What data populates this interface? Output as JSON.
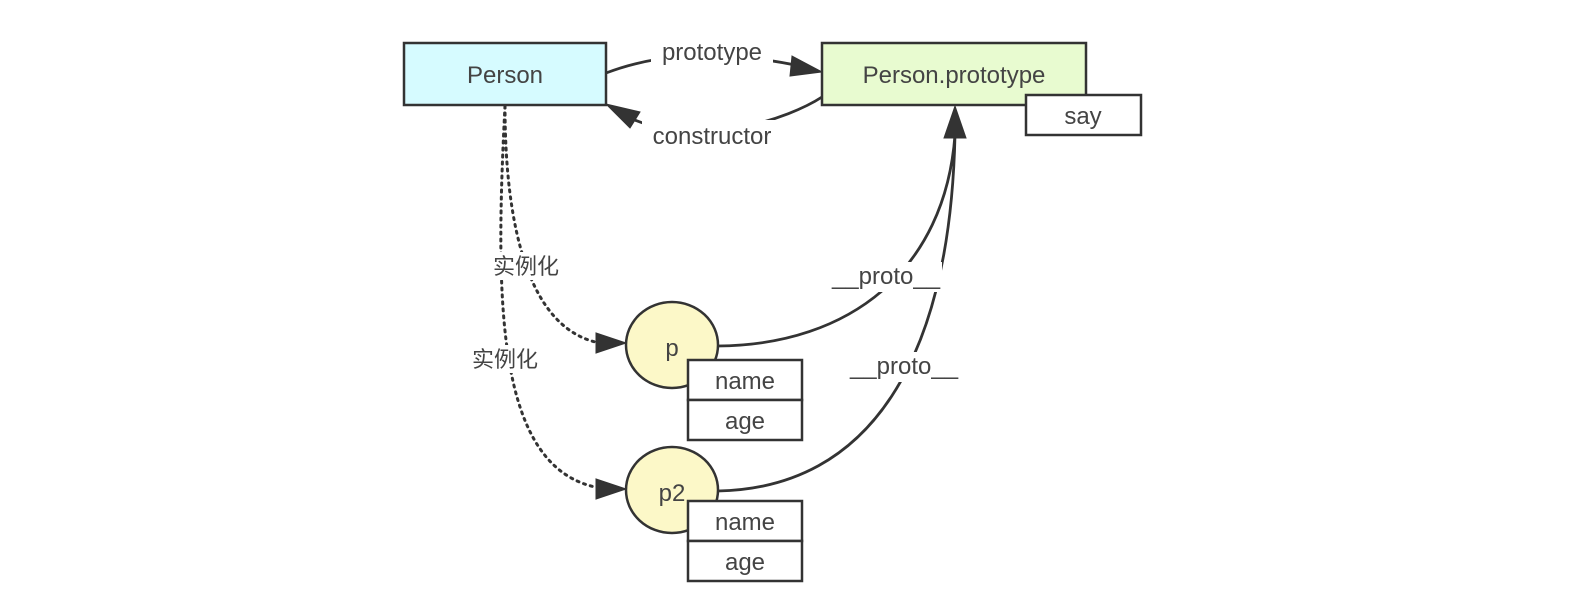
{
  "nodes": {
    "person": {
      "label": "Person",
      "fill": "#d6fbff"
    },
    "person_prototype": {
      "label": "Person.prototype",
      "fill": "#e8fbd0"
    },
    "p": {
      "label": "p",
      "fill": "#fcf8c8"
    },
    "p2": {
      "label": "p2",
      "fill": "#fcf8c8"
    }
  },
  "properties": {
    "say": "say",
    "p_name": "name",
    "p_age": "age",
    "p2_name": "name",
    "p2_age": "age"
  },
  "edges": {
    "prototype": "prototype",
    "constructor": "constructor",
    "p_proto": "__proto__",
    "p2_proto": "__proto__",
    "p_instantiate": "实例化",
    "p2_instantiate": "实例化"
  },
  "colors": {
    "stroke": "#333333",
    "text": "#444444"
  }
}
